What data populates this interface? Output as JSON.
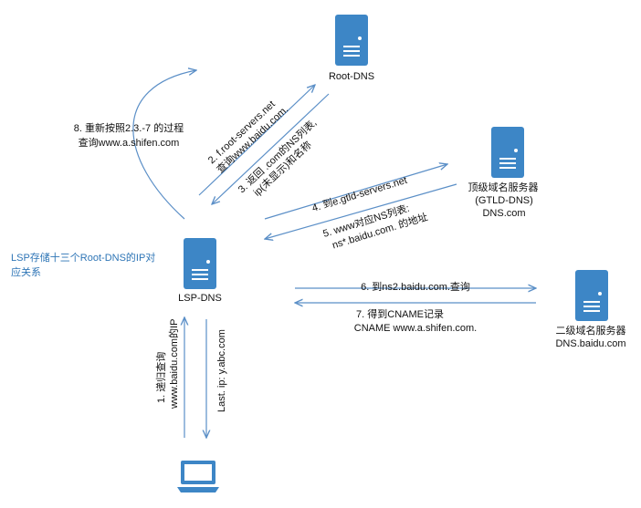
{
  "colors": {
    "server": "#3d86c6",
    "arrow": "#5b8fc7",
    "note_text": "#2e75b6",
    "laptop": "#3d86c6"
  },
  "nodes": {
    "root_dns": {
      "icon": "server-icon",
      "label": "Root-DNS"
    },
    "tld_dns": {
      "icon": "server-icon",
      "label_1": "顶级域名服务器",
      "label_2": "(GTLD-DNS)",
      "label_3": "DNS.com"
    },
    "lsp_dns": {
      "icon": "server-icon",
      "label": "LSP-DNS"
    },
    "second_dns": {
      "icon": "server-icon",
      "label_1": "二级域名服务器",
      "label_2": "DNS.baidu.com"
    },
    "client": {
      "icon": "laptop-icon"
    }
  },
  "note": {
    "line_1": "LSP存储十三个Root-DNS的IP对",
    "line_2": "应关系"
  },
  "steps": {
    "s1_line_1": "1. 递归查询",
    "s1_line_2": "www.baidu.com的IP",
    "s_last": "Last. ip: y.abc.com",
    "s2_line_1": "2. f.root-servers.net",
    "s2_line_2": "查询www.baidu.com.",
    "s3_line_1": "3. 返回 .com的NS列表,",
    "s3_line_2": "ip(未显示)和名称",
    "s4": "4. 到e.gtld-servers.net",
    "s5_line_1": "5. www对应NS列表:",
    "s5_line_2": "ns*.baidu.com. 的地址",
    "s6": "6. 到ns2.baidu.com.查询",
    "s7_line_1": "7. 得到CNAME记录",
    "s7_line_2": "CNAME   www.a.shifen.com.",
    "s8_line_1": "8. 重新按照2.3.-7 的过程",
    "s8_line_2": "查询www.a.shifen.com"
  }
}
